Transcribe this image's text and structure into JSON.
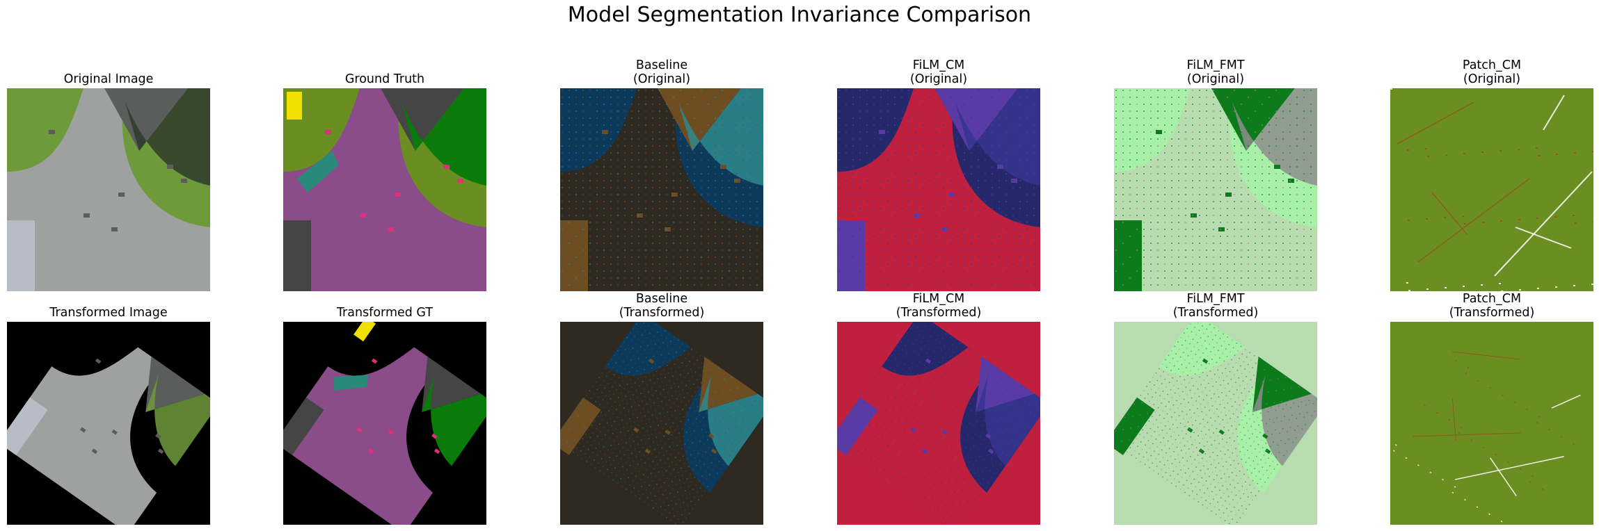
{
  "figure_title": "Model Segmentation Invariance Comparison",
  "rows": [
    {
      "panels": [
        {
          "name": "original-image",
          "lines": [
            "Original Image"
          ],
          "style": "photo",
          "colors": {
            "base": "#9fa0a0",
            "bg": "#6f9a3c",
            "accent": "#5b5c5c",
            "hi": "#2f3a2a"
          }
        },
        {
          "name": "ground-truth",
          "lines": [
            "Ground Truth"
          ],
          "style": "gt",
          "colors": {
            "base": "#8a4d8a",
            "bg": "#6b8e23",
            "accent": "#454545",
            "hi": "#0a7a0a"
          }
        },
        {
          "name": "baseline-original",
          "lines": [
            "Baseline",
            "(Original)"
          ],
          "style": "pred",
          "colors": {
            "base": "#2e2a22",
            "bg": "#0b3a5c",
            "accent": "#6d4d22",
            "hi": "#2f8a8e"
          }
        },
        {
          "name": "film-cm-original",
          "lines": [
            "FiLM_CM",
            "(Original)"
          ],
          "style": "pred",
          "colors": {
            "base": "#c0203e",
            "bg": "#25286a",
            "accent": "#5a3ba5",
            "hi": "#35358e"
          }
        },
        {
          "name": "film-fmt-original",
          "lines": [
            "FiLM_FMT",
            "(Original)"
          ],
          "style": "pred",
          "colors": {
            "base": "#b8dcb0",
            "bg": "#a8f0a8",
            "accent": "#0d7a1c",
            "hi": "#8e8e8e"
          }
        },
        {
          "name": "patch-cm-original",
          "lines": [
            "Patch_CM",
            "(Original)"
          ],
          "style": "patch",
          "colors": {
            "base": "#6b8e23",
            "bg": "#6b8e23",
            "accent": "#9a4a1a",
            "hi": "#ffffff"
          }
        }
      ]
    },
    {
      "panels": [
        {
          "name": "transformed-image",
          "lines": [
            "Transformed Image"
          ],
          "style": "photo-rot",
          "colors": {
            "base": "#9fa0a0",
            "bg": "#000000",
            "accent": "#5b5c5c",
            "hi": "#6f9a3c"
          }
        },
        {
          "name": "transformed-gt",
          "lines": [
            "Transformed GT"
          ],
          "style": "gt-rot",
          "colors": {
            "base": "#8a4d8a",
            "bg": "#000000",
            "accent": "#454545",
            "hi": "#0a7a0a"
          }
        },
        {
          "name": "baseline-transformed",
          "lines": [
            "Baseline",
            "(Transformed)"
          ],
          "style": "pred-rot",
          "colors": {
            "base": "#2e2a22",
            "bg": "#0b3a5c",
            "accent": "#6d4d22",
            "hi": "#2f8a8e"
          }
        },
        {
          "name": "film-cm-transformed",
          "lines": [
            "FiLM_CM",
            "(Transformed)"
          ],
          "style": "pred-rot",
          "colors": {
            "base": "#c0203e",
            "bg": "#25286a",
            "accent": "#5a3ba5",
            "hi": "#35358e"
          }
        },
        {
          "name": "film-fmt-transformed",
          "lines": [
            "FiLM_FMT",
            "(Transformed)"
          ],
          "style": "pred-rot",
          "colors": {
            "base": "#b8dcb0",
            "bg": "#a8f0a8",
            "accent": "#0d7a1c",
            "hi": "#8e8e8e"
          }
        },
        {
          "name": "patch-cm-transformed",
          "lines": [
            "Patch_CM",
            "(Transformed)"
          ],
          "style": "patch-rot",
          "colors": {
            "base": "#6b8e23",
            "bg": "#6b8e23",
            "accent": "#9a4a1a",
            "hi": "#ffffff"
          }
        }
      ]
    }
  ]
}
